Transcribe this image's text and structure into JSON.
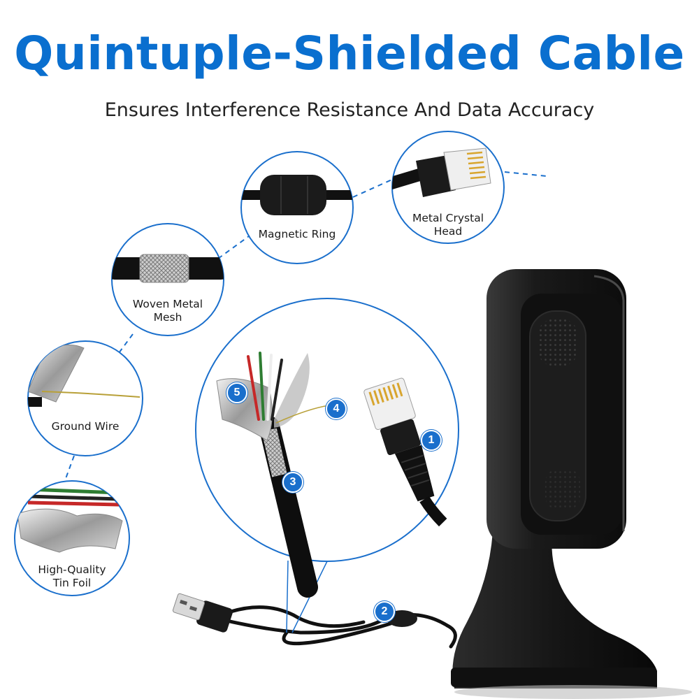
{
  "title": "Quintuple-Shielded Cable",
  "subtitle": "Ensures Interference Resistance And Data Accuracy",
  "colors": {
    "accent": "#0a6fcf",
    "circle_border": "#1a6fcc",
    "device_body": "#1c1c1c"
  },
  "callouts": {
    "magnetic_ring": "Magnetic Ring",
    "metal_crystal_head": "Metal Crystal\nHead",
    "woven_metal_mesh": "Woven Metal\nMesh",
    "ground_wire": "Ground Wire",
    "tin_foil": "High-Quality\nTin Foil"
  },
  "badges": {
    "b1": "1",
    "b2": "2",
    "b3": "3",
    "b4": "4",
    "b5": "5"
  }
}
